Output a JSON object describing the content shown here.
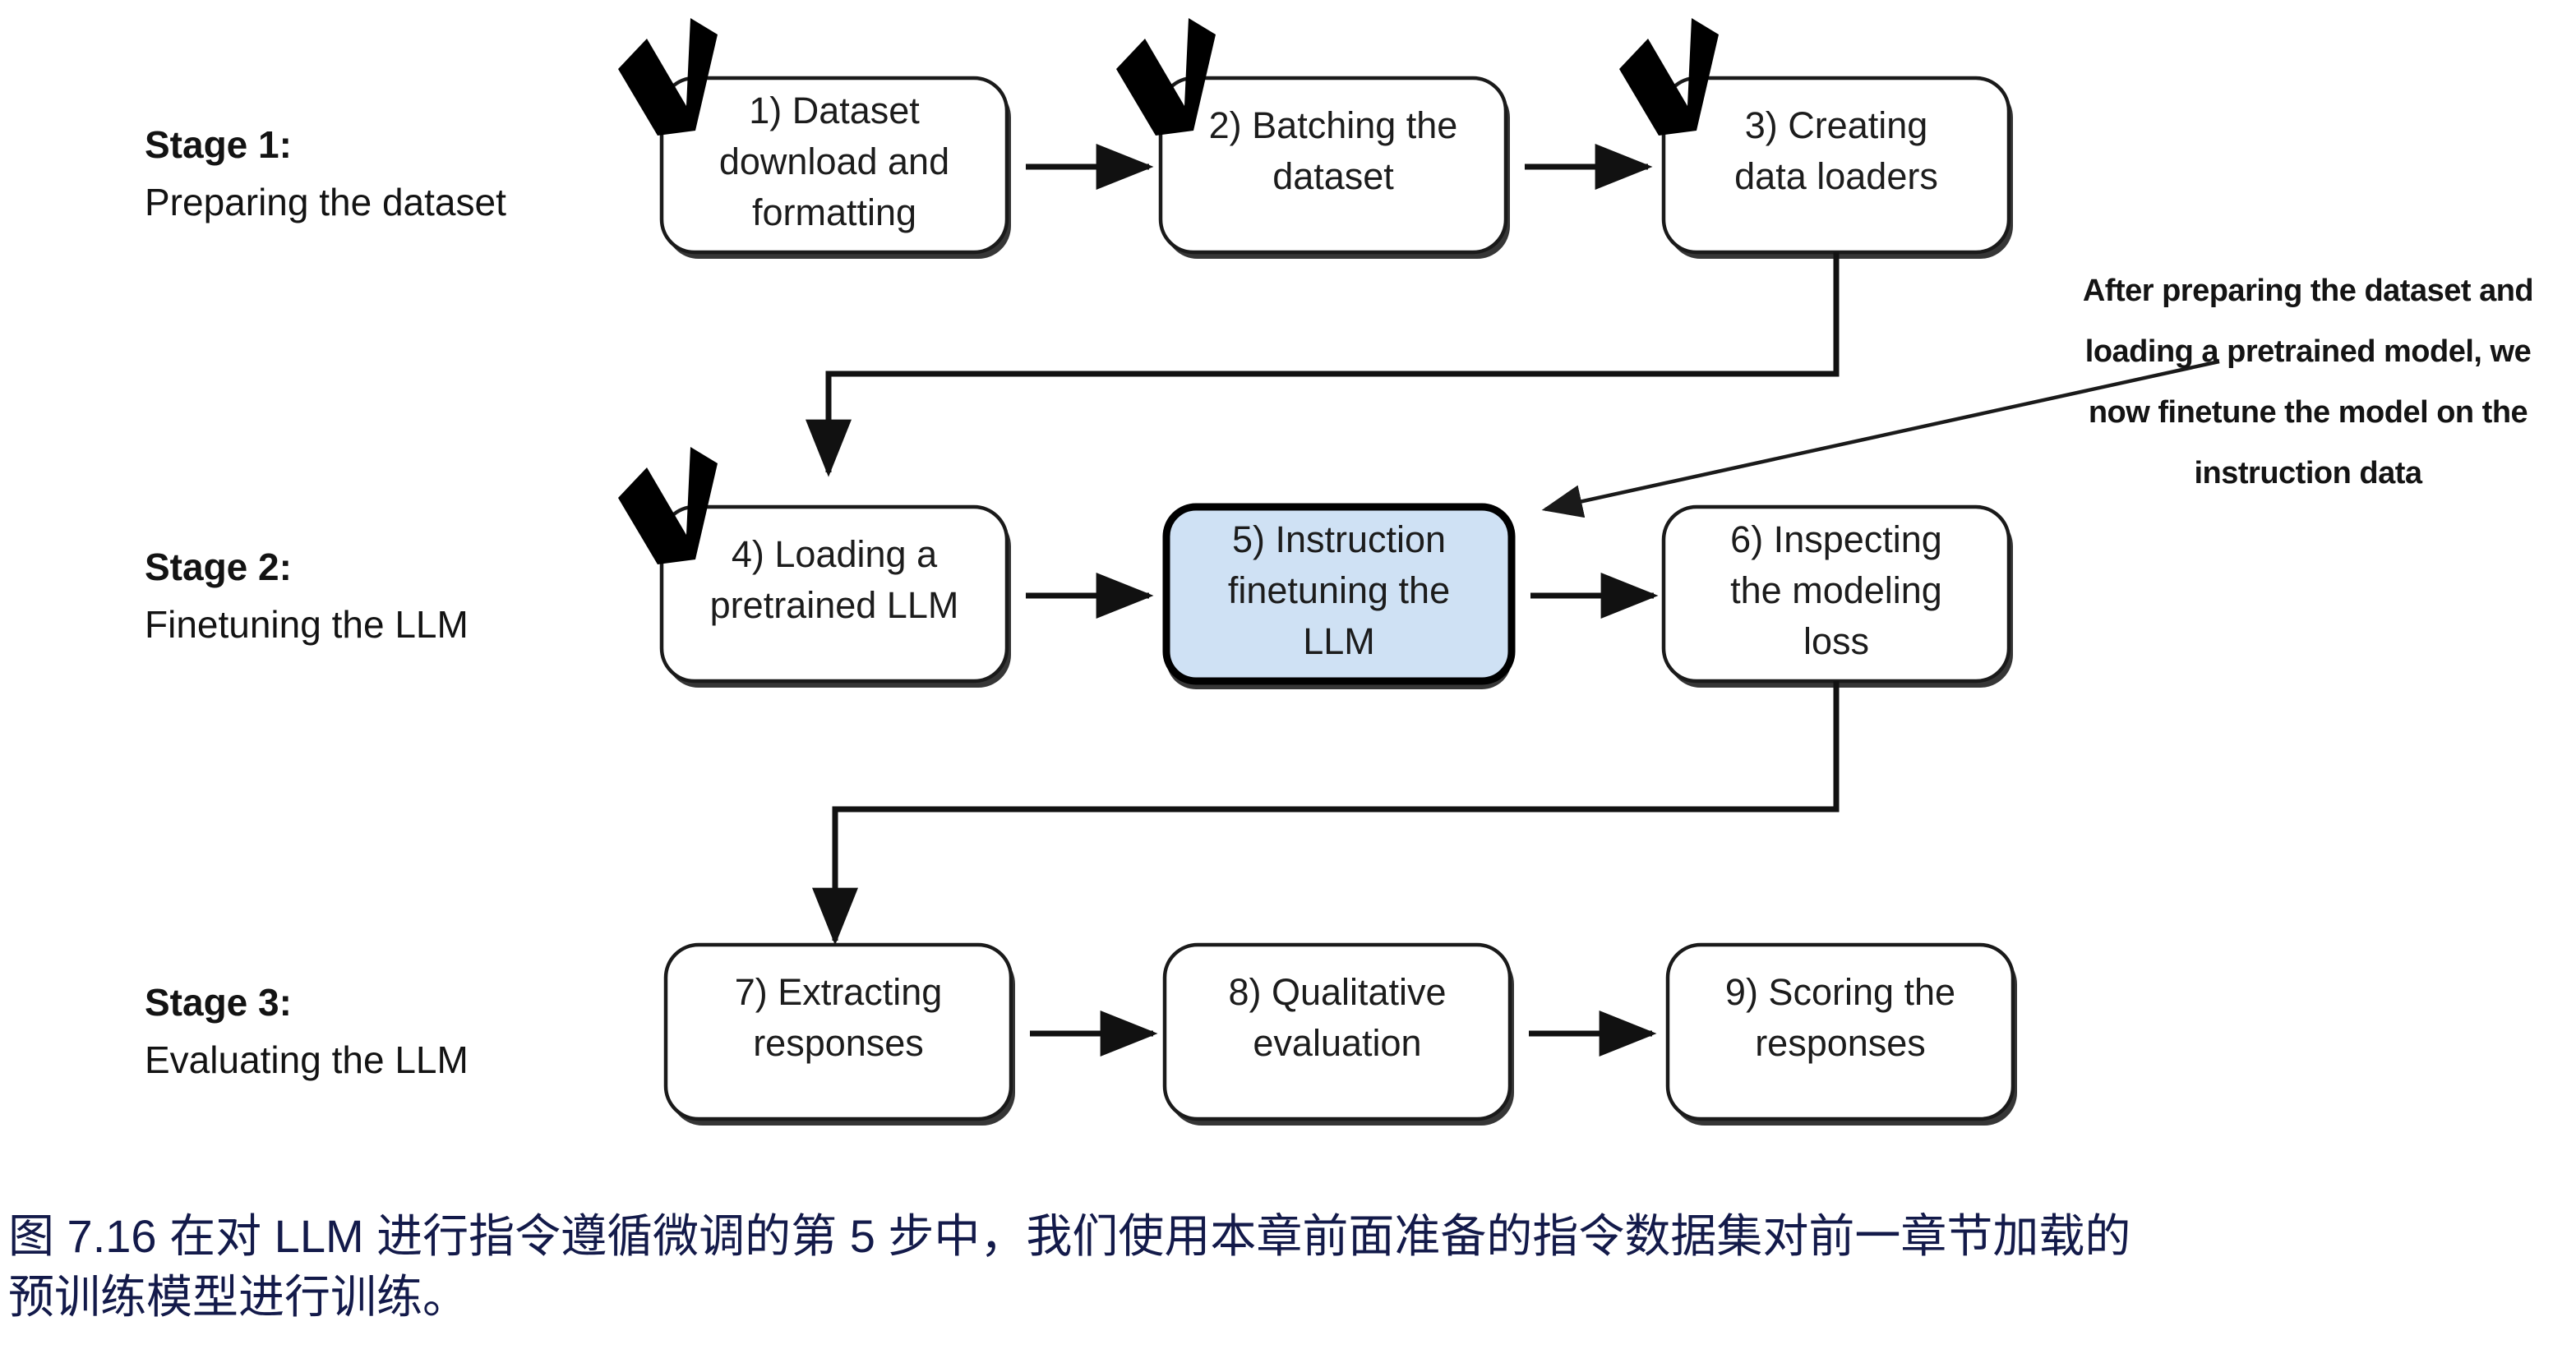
{
  "figure": {
    "stages": [
      {
        "title": "Stage 1:",
        "subtitle": "Preparing the dataset",
        "nodes": [
          {
            "label_line1": "1) Dataset",
            "label_line2": "download and",
            "label_line3": "formatting",
            "checked": true,
            "highlighted": false
          },
          {
            "label_line1": "2) Batching the",
            "label_line2": "dataset",
            "label_line3": "",
            "checked": true,
            "highlighted": false
          },
          {
            "label_line1": "3) Creating",
            "label_line2": "data loaders",
            "label_line3": "",
            "checked": true,
            "highlighted": false
          }
        ]
      },
      {
        "title": "Stage 2:",
        "subtitle": "Finetuning the LLM",
        "nodes": [
          {
            "label_line1": "4) Loading a",
            "label_line2": "pretrained LLM",
            "label_line3": "",
            "checked": true,
            "highlighted": false
          },
          {
            "label_line1": "5) Instruction",
            "label_line2": "finetuning the",
            "label_line3": "LLM",
            "checked": false,
            "highlighted": true
          },
          {
            "label_line1": "6) Inspecting",
            "label_line2": "the modeling",
            "label_line3": "loss",
            "checked": false,
            "highlighted": false
          }
        ]
      },
      {
        "title": "Stage 3:",
        "subtitle": "Evaluating the LLM",
        "nodes": [
          {
            "label_line1": "7) Extracting",
            "label_line2": "responses",
            "label_line3": "",
            "checked": false,
            "highlighted": false
          },
          {
            "label_line1": "8) Qualitative",
            "label_line2": "evaluation",
            "label_line3": "",
            "checked": false,
            "highlighted": false
          },
          {
            "label_line1": "9) Scoring the",
            "label_line2": "responses",
            "label_line3": "",
            "checked": false,
            "highlighted": false
          }
        ]
      }
    ],
    "annotation": {
      "line1": "After preparing the dataset and",
      "line2": "loading a pretrained model, we",
      "line3": "now finetune the model on the",
      "line4": "instruction data"
    },
    "caption": {
      "line1": "图 7.16 在对 LLM 进行指令遵循微调的第 5 步中，我们使用本章前面准备的指令数据集对前一章节加载的",
      "line2": "预训练模型进行训练。"
    },
    "colors": {
      "highlight_fill": "#cfe1f4",
      "node_stroke": "#1a1a1a",
      "text": "#1c1c1c",
      "caption_text": "#131a4a",
      "background": "#ffffff"
    }
  }
}
